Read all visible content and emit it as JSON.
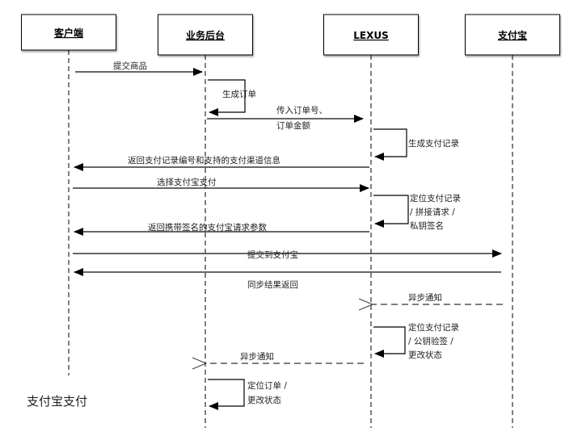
{
  "diagram": {
    "title": "支付宝支付",
    "actors": [
      {
        "id": "client",
        "label": "客户端"
      },
      {
        "id": "backend",
        "label": "业务后台"
      },
      {
        "id": "lexus",
        "label": "LEXUS"
      },
      {
        "id": "alipay",
        "label": "支付宝"
      }
    ],
    "messages": [
      {
        "from": "client",
        "to": "backend",
        "style": "solid",
        "lines": [
          "提交商品"
        ]
      },
      {
        "from": "backend",
        "to": "backend",
        "style": "self",
        "lines": [
          "生成订单"
        ]
      },
      {
        "from": "backend",
        "to": "lexus",
        "style": "solid",
        "lines": [
          "传入订单号、",
          "订单金额"
        ]
      },
      {
        "from": "lexus",
        "to": "lexus",
        "style": "self",
        "lines": [
          "生成支付记录"
        ]
      },
      {
        "from": "lexus",
        "to": "client",
        "style": "solid",
        "lines": [
          "返回支付记录编号和支持的支付渠道信息"
        ]
      },
      {
        "from": "client",
        "to": "lexus",
        "style": "solid",
        "lines": [
          "选择支付宝支付"
        ]
      },
      {
        "from": "lexus",
        "to": "lexus",
        "style": "self",
        "lines": [
          "定位支付记录",
          "/ 拼接请求 /",
          "私钥签名"
        ]
      },
      {
        "from": "lexus",
        "to": "client",
        "style": "solid",
        "lines": [
          "返回携带签名的支付宝请求参数"
        ]
      },
      {
        "from": "client",
        "to": "alipay",
        "style": "solid",
        "lines": [
          "提交到支付宝"
        ]
      },
      {
        "from": "alipay",
        "to": "client",
        "style": "solid",
        "lines": [
          "同步结果返回"
        ]
      },
      {
        "from": "alipay",
        "to": "lexus",
        "style": "async",
        "lines": [
          "异步通知"
        ]
      },
      {
        "from": "lexus",
        "to": "lexus",
        "style": "self",
        "lines": [
          "定位支付记录",
          "/ 公钥验签 /",
          "更改状态"
        ]
      },
      {
        "from": "lexus",
        "to": "backend",
        "style": "async",
        "lines": [
          "异步通知"
        ]
      },
      {
        "from": "backend",
        "to": "backend",
        "style": "self",
        "lines": [
          "定位订单 /",
          "更改状态"
        ]
      }
    ]
  }
}
